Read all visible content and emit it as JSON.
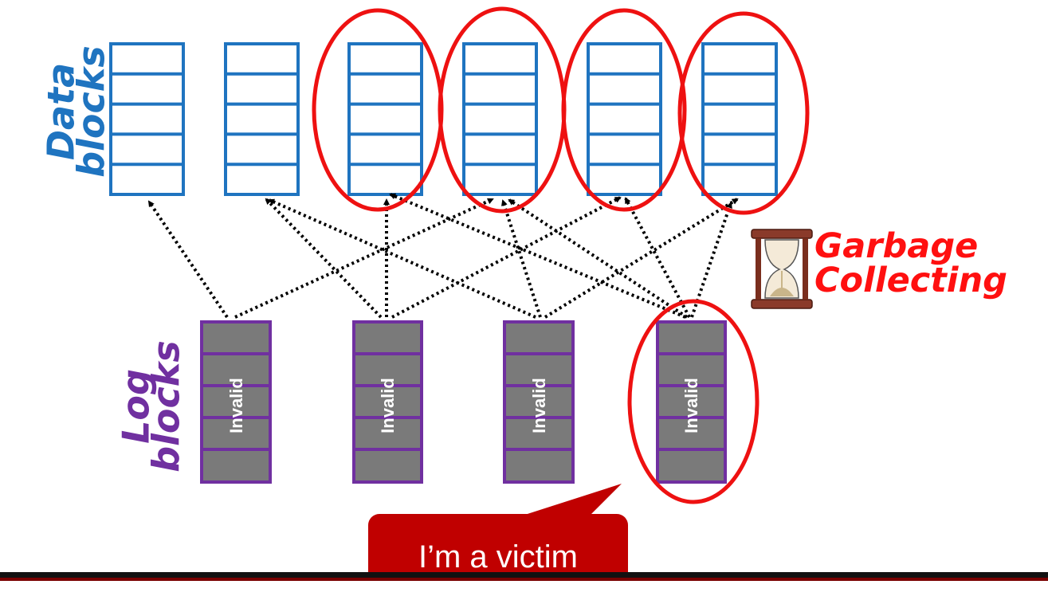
{
  "data_label": {
    "line1": "Data",
    "line2": "blocks"
  },
  "log_label": {
    "line1": "Log",
    "line2": "blocks"
  },
  "gc_label": {
    "line1": "Garbage",
    "line2": "Collecting"
  },
  "hourglass_icon": "hourglass-icon",
  "invalid_label": "Invalid",
  "callout_text": "I’m a victim",
  "colors": {
    "data_block": "#1f74c0",
    "log_block": "#7030a0",
    "log_fill": "#7a7a7a",
    "victim_circle": "#ee1111",
    "gc_text": "#ff1010",
    "callout": "#c00000"
  }
}
